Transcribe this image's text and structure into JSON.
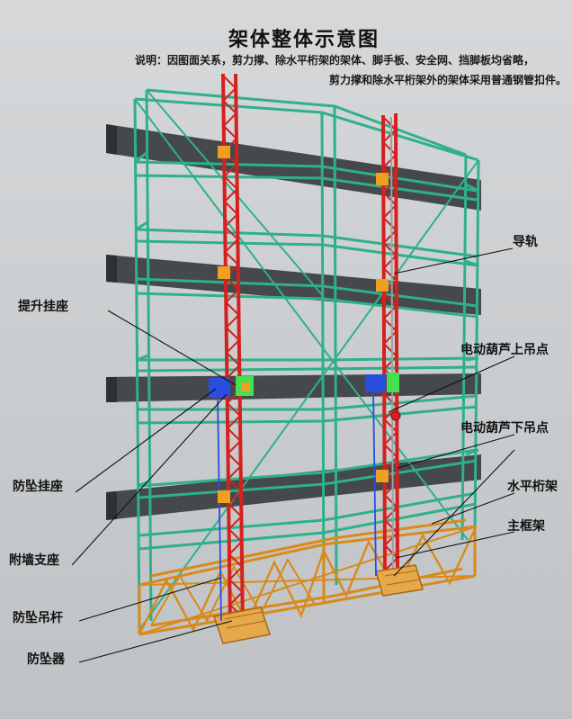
{
  "title": "架体整体示意图",
  "notes": [
    "说明：因图面关系，剪力撑、除水平桁架的架体、脚手板、安全网、挡脚板均省略，",
    "剪力撑和除水平桁架外的架体采用普通钢管扣件。"
  ],
  "labels": {
    "guide_rail": "导轨",
    "lifting_seat": "提升挂座",
    "hoist_upper_point": "电动葫芦上吊点",
    "hoist_lower_point": "电动葫芦下吊点",
    "anti_fall_seat": "防坠挂座",
    "horizontal_truss": "水平桁架",
    "main_frame": "主框架",
    "wall_support": "附墙支座",
    "anti_fall_rod": "防坠吊杆",
    "anti_fall_device": "防坠器"
  },
  "colors": {
    "scaffold": "#2fb08a",
    "frame_red": "#d4211f",
    "truss_orange": "#d98a1a",
    "beam": "#45494b",
    "seat_blue": "#2a4ee0",
    "seat_green": "#44e050",
    "seat_orange": "#f0a020"
  }
}
